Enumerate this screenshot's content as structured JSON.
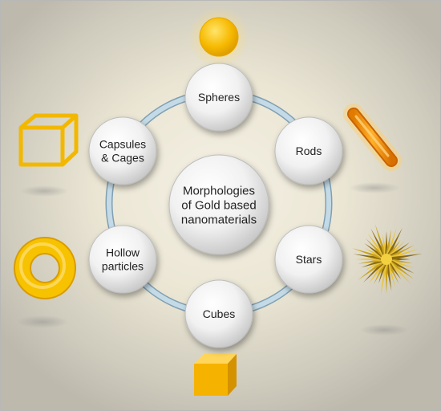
{
  "center": {
    "lines": [
      "Morphologies",
      "of Gold based",
      "nanomaterials"
    ]
  },
  "nodes": [
    {
      "id": "spheres",
      "lines": [
        "Spheres"
      ]
    },
    {
      "id": "rods",
      "lines": [
        "Rods"
      ]
    },
    {
      "id": "stars",
      "lines": [
        "Stars"
      ]
    },
    {
      "id": "cubes",
      "lines": [
        "Cubes"
      ]
    },
    {
      "id": "hollow-particles",
      "lines": [
        "Hollow",
        "particles"
      ]
    },
    {
      "id": "capsules-cages",
      "lines": [
        "Capsules",
        "& Cages"
      ]
    }
  ],
  "colors": {
    "gold": "#f5b800",
    "gold_light": "#ffd84a",
    "gold_dark": "#c98a00",
    "ring": "#a9c6d6"
  },
  "icons": [
    "gold-sphere-icon",
    "gold-rod-icon",
    "gold-star-icon",
    "gold-cube-icon",
    "gold-torus-icon",
    "gold-cage-icon"
  ]
}
